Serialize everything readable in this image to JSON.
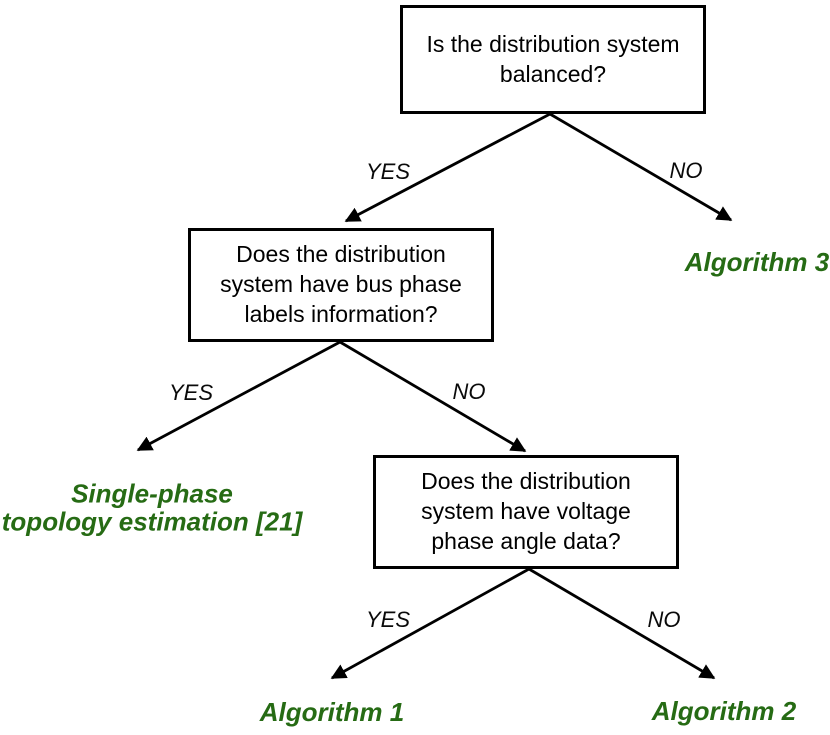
{
  "diagram": {
    "background_color": "#ffffff",
    "colors": {
      "box_border": "#000000",
      "question_text": "#000000",
      "edge_label_text": "#0a0a0a",
      "outcome_text": "#266b14",
      "arrow": "#000000"
    },
    "nodes": {
      "q1": {
        "lines": [
          "Is the distribution system",
          "balanced?"
        ]
      },
      "q2": {
        "lines": [
          "Does the distribution",
          "system have bus phase",
          "labels information?"
        ]
      },
      "q3": {
        "lines": [
          "Does the distribution",
          "system have voltage",
          "phase angle data?"
        ]
      }
    },
    "edge_labels": {
      "q1_yes": "YES",
      "q1_no": "NO",
      "q2_yes": "YES",
      "q2_no": "NO",
      "q3_yes": "YES",
      "q3_no": "NO"
    },
    "outcomes": {
      "algorithm3": "Algorithm 3",
      "single_phase": {
        "lines": [
          "Single-phase",
          "topology estimation [21]"
        ]
      },
      "algorithm1": "Algorithm 1",
      "algorithm2": "Algorithm 2"
    }
  }
}
